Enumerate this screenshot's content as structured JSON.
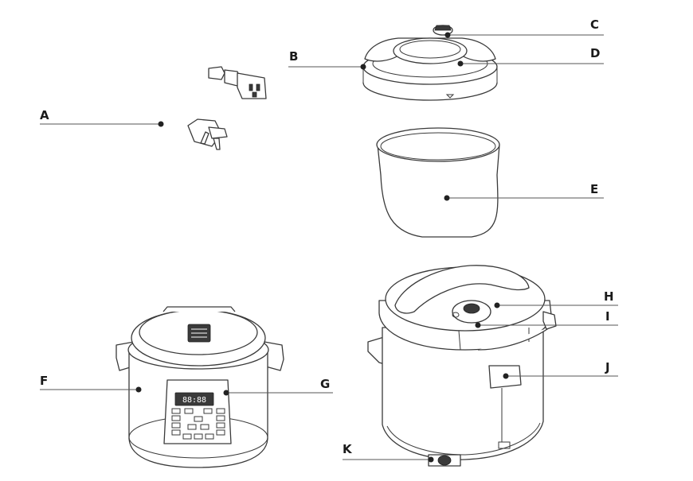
{
  "labels": {
    "a": "A",
    "b": "B",
    "c": "C",
    "d": "D",
    "e": "E",
    "f": "F",
    "g": "G",
    "h": "H",
    "i": "I",
    "j": "J",
    "k": "K"
  },
  "display": {
    "digits": "88:88"
  }
}
